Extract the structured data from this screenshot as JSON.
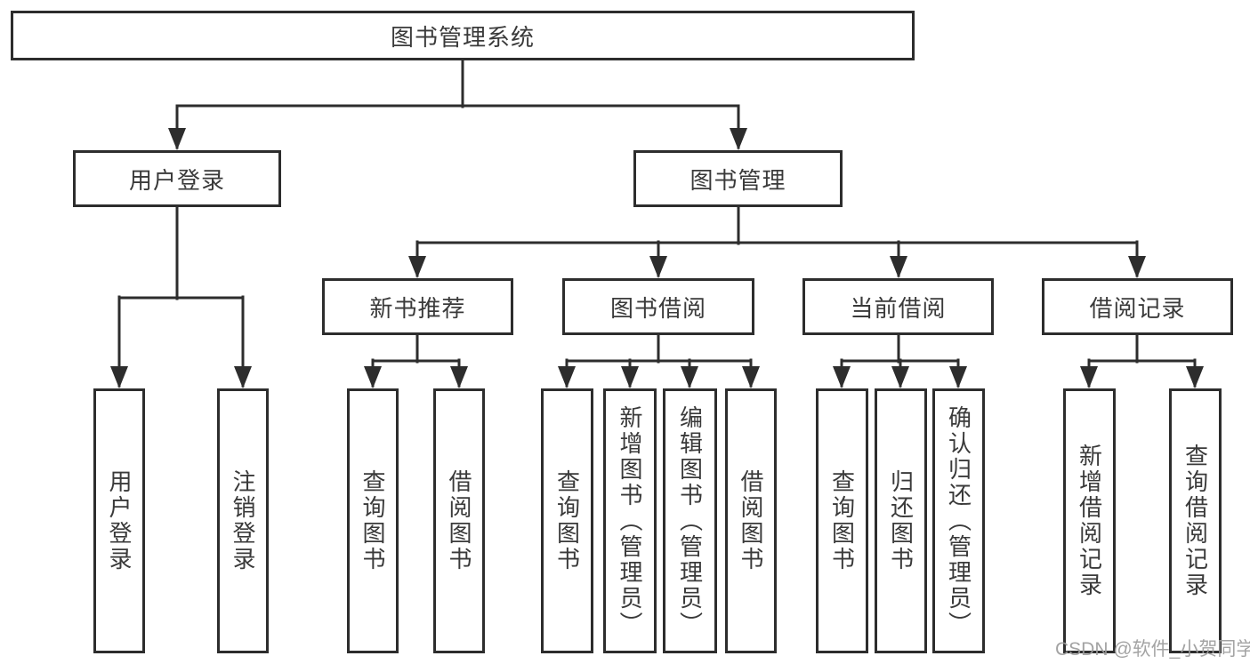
{
  "nodes": {
    "root": "图书管理系统",
    "user_login": "用户登录",
    "book_mgmt": "图书管理",
    "new_books": "新书推荐",
    "borrow": "图书借阅",
    "current": "当前借阅",
    "records": "借阅记录",
    "leaf_user_login": "用户登录",
    "leaf_logout": "注销登录",
    "leaf_nb_query": "查询图书",
    "leaf_nb_borrow": "借阅图书",
    "leaf_bb_query": "查询图书",
    "leaf_bb_add": "新增图书（管理员）",
    "leaf_bb_edit": "编辑图书（管理员）",
    "leaf_bb_borrow": "借阅图书",
    "leaf_cb_query": "查询图书",
    "leaf_cb_return": "归还图书",
    "leaf_cb_confirm": "确认归还（管理员）",
    "leaf_rec_add": "新增借阅记录",
    "leaf_rec_query": "查询借阅记录"
  },
  "watermark": {
    "text": "CSDN @软件_小贺同学"
  },
  "colors": {
    "line": "#2d2d2d",
    "text": "#3a3a3a",
    "watermark": "#9c9c9c",
    "background": "#ffffff"
  }
}
